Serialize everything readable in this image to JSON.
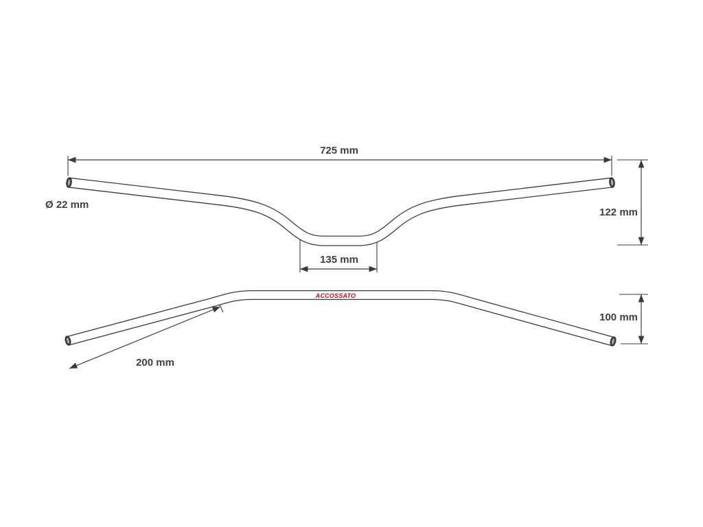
{
  "colors": {
    "line": "#3a3a3a",
    "text": "#3f3f3f",
    "logo_red": "#b5121b",
    "background": "#ffffff"
  },
  "front_view": {
    "overall_width": "725 mm",
    "bar_diameter": "Ø 22 mm",
    "rise": "122 mm",
    "clamp_width": "135 mm"
  },
  "top_view": {
    "brand_logo": "ACCOSSATO",
    "grip_length": "200 mm",
    "pullback": "100 mm"
  }
}
